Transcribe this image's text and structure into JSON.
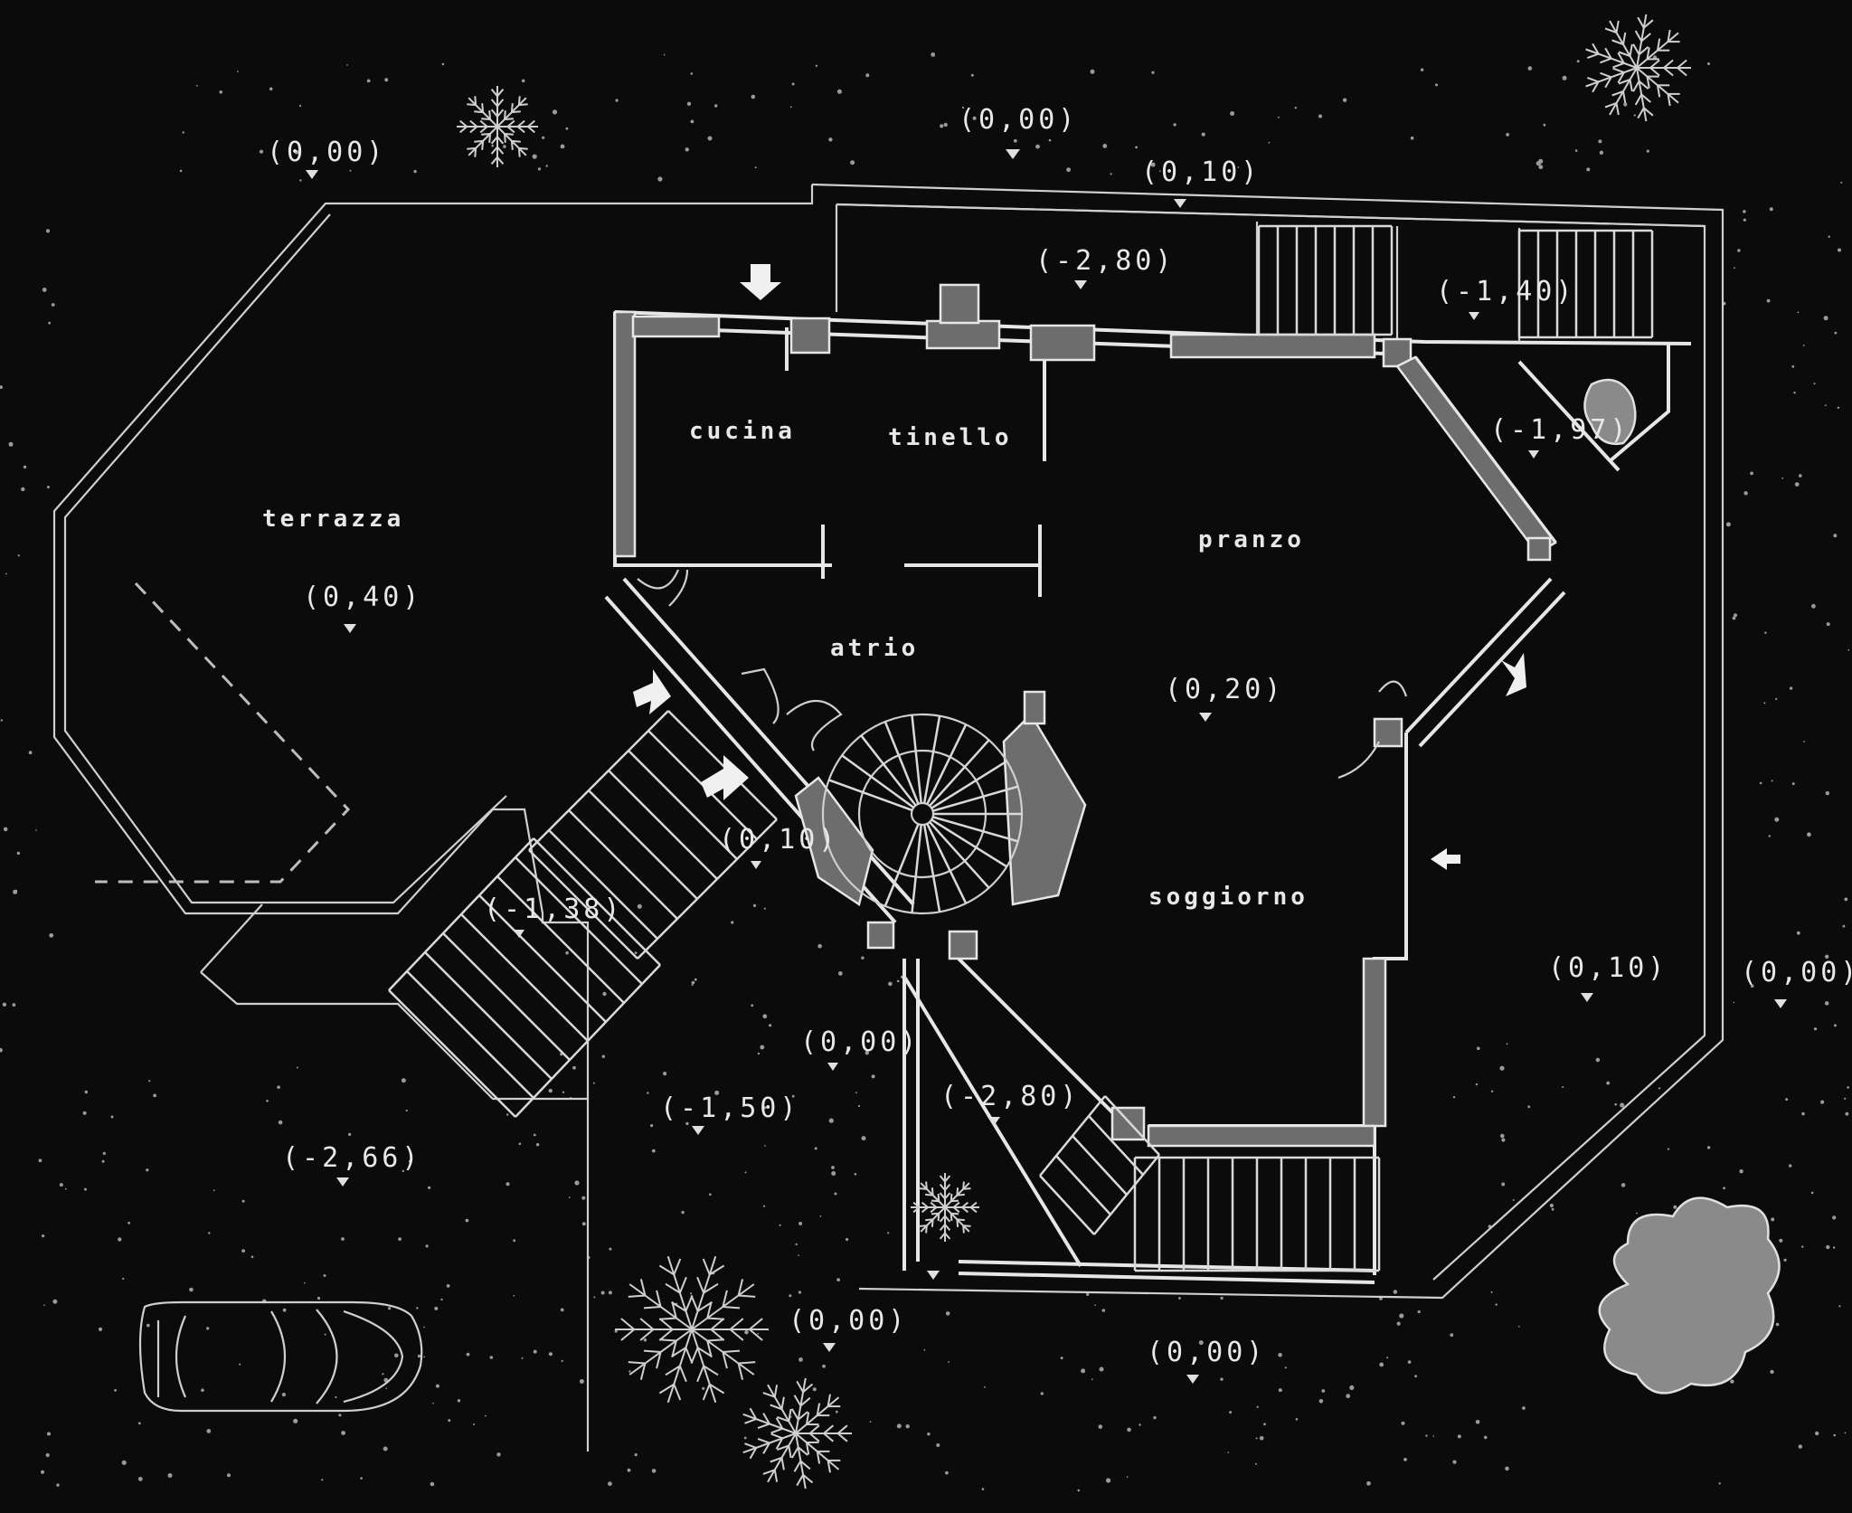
{
  "rooms": {
    "cucina": "cucina",
    "tinello": "tinello",
    "terrazza": "terrazza",
    "pranzo": "pranzo",
    "atrio": "atrio",
    "soggiorno": "soggiorno"
  },
  "levels": {
    "top_center": "(0,00)",
    "top_left": "(0,00)",
    "entrance_top": "(0,10)",
    "basement_top": "(-2,80)",
    "stair_top_right": "(-1,40)",
    "stair_right": "(-1,97)",
    "terrace": "(0,40)",
    "living": "(0,20)",
    "atrio_exit": "(0,10)",
    "stair_left": "(-1,38)",
    "right_side": "(0,10)",
    "far_right": "(0,00)",
    "ramp": "(0,00)",
    "basement_court": "(-2,80)",
    "garden_low": "(-1,50)",
    "driveway": "(-2,66)",
    "bottom_center": "(0,00)",
    "bottom_right": "(0,00)"
  }
}
